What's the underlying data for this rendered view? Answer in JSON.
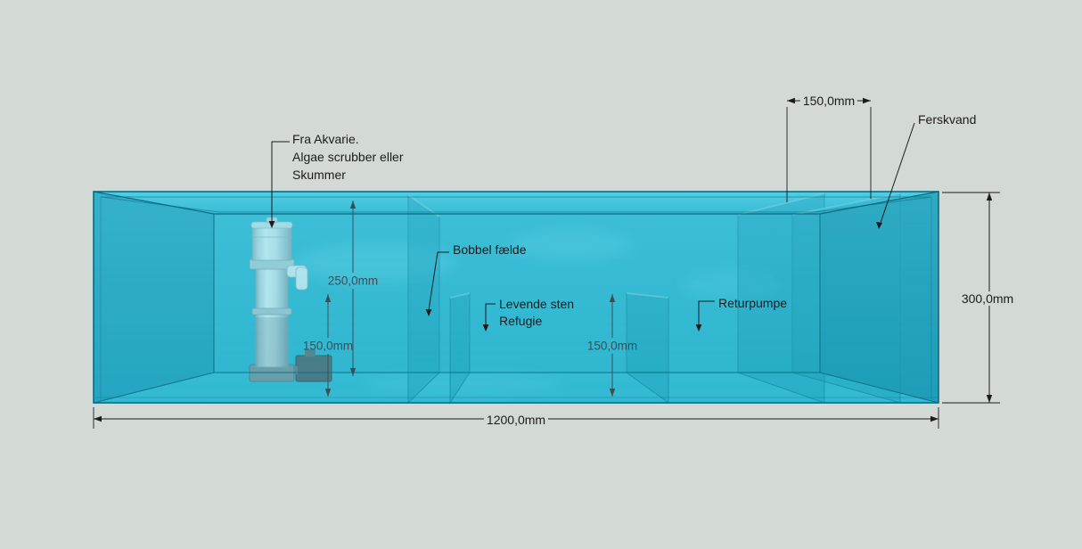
{
  "colors": {
    "background": "#d3d9d5",
    "tank_glass": "#35bdd8",
    "tank_edge": "#0a6a83",
    "annotation_text": "#1c1c1c",
    "interior_dimension_text": "#3d4e55"
  },
  "annotations": {
    "fra_akvarie": {
      "lines": [
        "Fra Akvarie.",
        "Algae scrubber eller",
        "Skummer"
      ]
    },
    "bobbel_faelde": {
      "label": "Bobbel fælde"
    },
    "levende_sten": {
      "lines": [
        "Levende sten",
        "Refugie"
      ]
    },
    "returpumpe": {
      "label": "Returpumpe"
    },
    "ferskvand": {
      "label": "Ferskvand"
    }
  },
  "dimensions": {
    "chamber_top_width": "150,0mm",
    "tank_height": "300,0mm",
    "tank_length": "1200,0mm",
    "baffle_height_250": "250,0mm",
    "skimmer_chamber_150": "150,0mm",
    "refugium_chamber_150": "150,0mm"
  }
}
